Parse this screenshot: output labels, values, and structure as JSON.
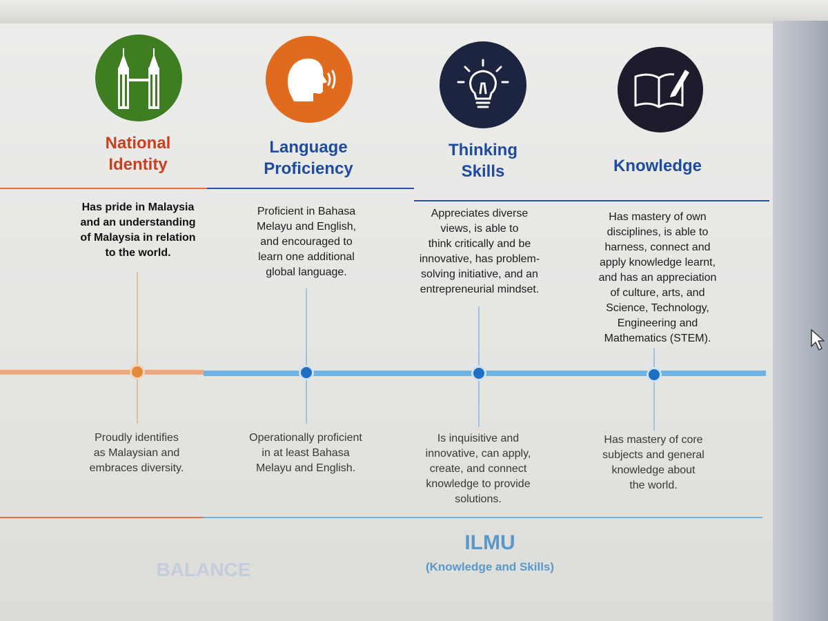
{
  "columns": [
    {
      "id": "national-identity",
      "icon": "twin-towers-icon",
      "color": "#3e7d22",
      "title_lines": [
        "National",
        "Identity"
      ],
      "title_color": "#c8401e",
      "description_lines": [
        "Has pride in Malaysia",
        "and an understanding",
        "of Malaysia in relation",
        "to the world."
      ],
      "sub_lines": [
        "Proudly identifies",
        "as Malaysian and",
        "embraces diversity."
      ]
    },
    {
      "id": "language-proficiency",
      "icon": "speaking-head-icon",
      "color": "#e06a1e",
      "title_lines": [
        "Language",
        "Proficiency"
      ],
      "title_color": "#1f4b9c",
      "description_lines": [
        "Proficient in Bahasa",
        "Melayu and English,",
        "and encouraged to",
        "learn one additional",
        "global language."
      ],
      "sub_lines": [
        "Operationally proficient",
        "in at least Bahasa",
        "Melayu and English."
      ]
    },
    {
      "id": "thinking-skills",
      "icon": "lightbulb-icon",
      "color": "#1c2440",
      "title_lines": [
        "Thinking",
        "Skills"
      ],
      "title_color": "#1f4b9c",
      "description_lines": [
        "Appreciates diverse",
        "views, is able to",
        "think critically and be",
        "innovative, has problem-",
        "solving initiative, and an",
        "entrepreneurial mindset."
      ],
      "sub_lines": [
        "Is inquisitive and",
        "innovative, can apply,",
        "create, and connect",
        "knowledge to provide",
        "solutions."
      ]
    },
    {
      "id": "knowledge",
      "icon": "open-book-pen-icon",
      "color": "#1c1c2c",
      "title_lines": [
        "Knowledge"
      ],
      "title_color": "#1f4b9c",
      "description_lines": [
        "Has mastery of own",
        "disciplines, is able to",
        "harness, connect and",
        "apply knowledge learnt,",
        "and has an appreciation",
        "of culture, arts, and",
        "Science, Technology,",
        "Engineering and",
        "Mathematics (STEM)."
      ],
      "sub_lines": [
        "Has mastery of core",
        "subjects and general",
        "knowledge about",
        "the world."
      ]
    }
  ],
  "footer": {
    "balance": "BALANCE",
    "ilmu": "ILMU",
    "ilmu_sub": "(Knowledge and Skills)"
  },
  "colors": {
    "balance_line": "#d9734a",
    "ilmu_line": "#1f4b9c",
    "timeline_blue": "#5aa9dd",
    "timeline_orange": "#e9a882",
    "node_orange": "#e08a3c",
    "node_blue": "#1f6fc4"
  }
}
